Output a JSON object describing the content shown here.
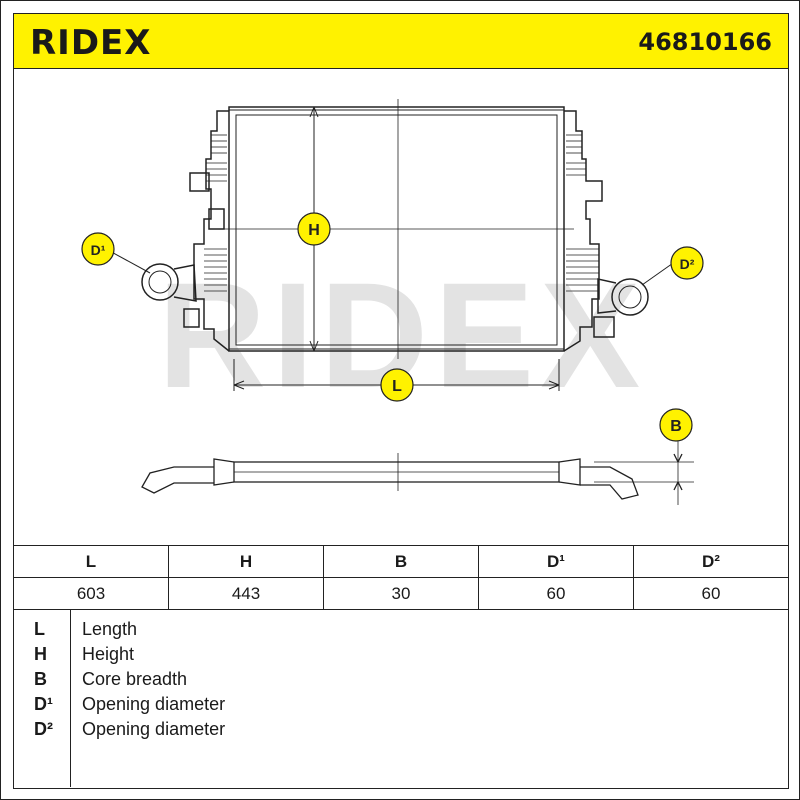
{
  "header": {
    "brand": "RIDEX",
    "part_number": "46810166",
    "background_color": "#fff200"
  },
  "drawing": {
    "watermark": "RIDEX",
    "labels": {
      "h": "H",
      "l": "L",
      "b": "B",
      "d1": "D¹",
      "d2": "D²"
    },
    "label_badge_color": "#fff200"
  },
  "dimensions_table": {
    "headers": [
      "L",
      "H",
      "B",
      "D¹",
      "D²"
    ],
    "values": [
      "603",
      "443",
      "30",
      "60",
      "60"
    ]
  },
  "legend": [
    {
      "key": "L",
      "description": "Length"
    },
    {
      "key": "H",
      "description": "Height"
    },
    {
      "key": "B",
      "description": "Core breadth"
    },
    {
      "key": "D¹",
      "description": "Opening diameter"
    },
    {
      "key": "D²",
      "description": "Opening diameter"
    }
  ]
}
